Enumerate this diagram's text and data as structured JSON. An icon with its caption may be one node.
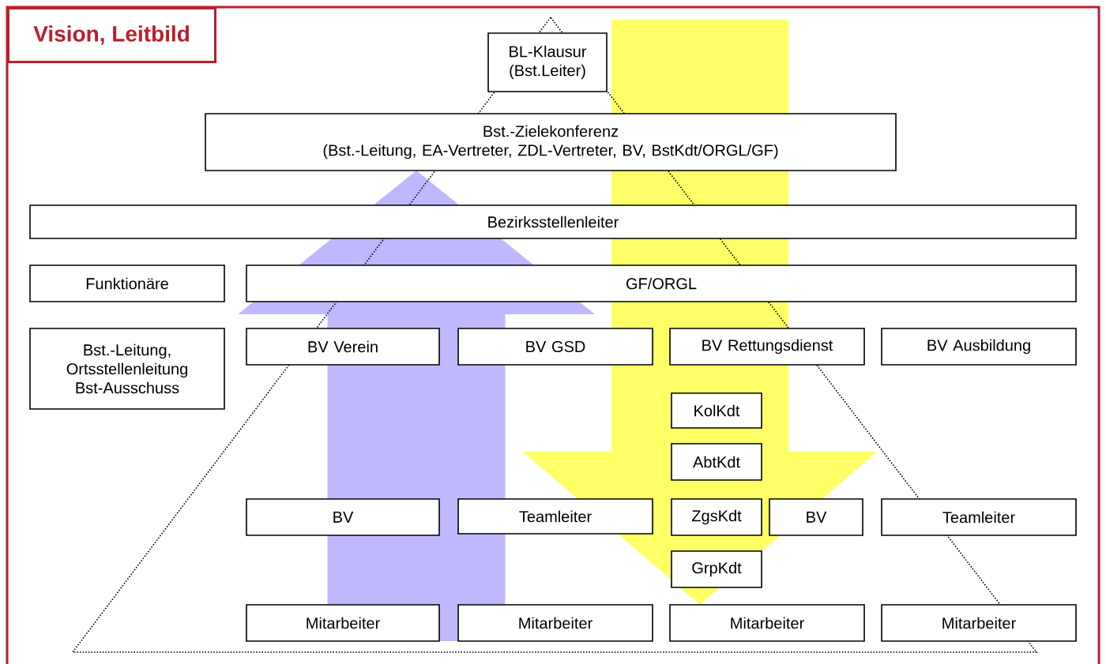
{
  "diagram": {
    "title": "Vision, Leitbild",
    "nodes": [
      {
        "text": [
          "BL-Klausur",
          "(Bst.Leiter)"
        ]
      },
      {
        "text": [
          "Bst.-Zielekonferenz",
          "(Bst.-Leitung, EA-Vertreter, ZDL-Vertreter, BV, BstKdt/ORGL/GF)"
        ]
      },
      {
        "text": [
          "Bezirksstellenleiter"
        ]
      },
      {
        "text": [
          "Funktionäre"
        ]
      },
      {
        "text": [
          "GF/ORGL"
        ]
      },
      {
        "text": [
          "Bst.-Leitung, Ortsstellenleitung Bst-Ausschuss"
        ]
      },
      {
        "text": [
          "BV Verein"
        ]
      },
      {
        "text": [
          "BV GSD"
        ]
      },
      {
        "text": [
          "BV Rettungsdienst"
        ]
      },
      {
        "text": [
          "BV Ausbildung"
        ]
      },
      {
        "text": [
          "KolKdt"
        ]
      },
      {
        "text": [
          "AbtKdt"
        ]
      },
      {
        "text": [
          "BV"
        ]
      },
      {
        "text": [
          "Teamleiter"
        ]
      },
      {
        "text": [
          "ZgsKdt"
        ]
      },
      {
        "text": [
          "BV"
        ]
      },
      {
        "text": [
          "Teamleiter"
        ]
      },
      {
        "text": [
          "GrpKdt"
        ]
      },
      {
        "text": [
          "Mitarbeiter"
        ]
      },
      {
        "text": [
          "Mitarbeiter"
        ]
      },
      {
        "text": [
          "Mitarbeiter"
        ]
      },
      {
        "text": [
          "Mitarbeiter"
        ]
      }
    ],
    "edges": [
      {
        "from": null,
        "to": 1,
        "arrow": "to",
        "style": "thick",
        "color": "#bfb8ff"
      },
      {
        "from": null,
        "to": 20,
        "arrow": "to",
        "style": "thick",
        "color": "#ffff66"
      }
    ]
  }
}
